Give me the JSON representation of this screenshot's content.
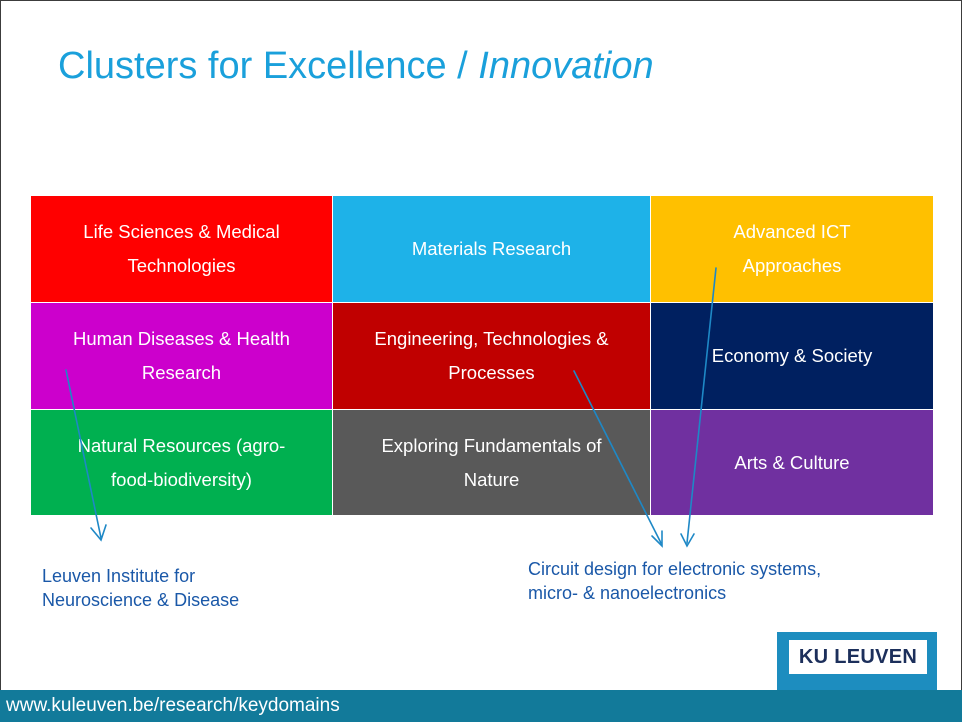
{
  "title": {
    "main": "Clusters for Excellence / ",
    "italic": "Innovation"
  },
  "colors": {
    "title": "#1aa0db",
    "note_text": "#1a58a8",
    "arrow": "#1e88c6",
    "footer_bg": "#127a9a",
    "logo_border": "#1d8dbf",
    "logo_text": "#1c2f5b"
  },
  "grid": [
    {
      "lines": [
        "Life Sciences & Medical",
        "Technologies"
      ],
      "color": "#ff0000"
    },
    {
      "lines": [
        "Materials Research"
      ],
      "color": "#1eb2e8"
    },
    {
      "lines": [
        "Advanced ICT",
        "Approaches"
      ],
      "color": "#ffc000"
    },
    {
      "lines": [
        "Human Diseases & Health",
        "Research"
      ],
      "color": "#cc00cc"
    },
    {
      "lines": [
        "Engineering, Technologies &",
        "Processes"
      ],
      "color": "#c00000"
    },
    {
      "lines": [
        "Economy & Society"
      ],
      "color": "#002060"
    },
    {
      "lines": [
        "Natural Resources (agro-",
        "food-biodiversity)"
      ],
      "color": "#00b050"
    },
    {
      "lines": [
        "Exploring Fundamentals of",
        "Nature"
      ],
      "color": "#595959"
    },
    {
      "lines": [
        "Arts & Culture"
      ],
      "color": "#7030a0"
    }
  ],
  "notes": {
    "left": [
      "Leuven Institute for",
      "Neuroscience & Disease"
    ],
    "right": [
      "Circuit design for electronic systems,",
      "micro- & nanoelectronics"
    ]
  },
  "logo": {
    "text": "KU LEUVEN"
  },
  "footer": {
    "url": "www.kuleuven.be/research/keydomains"
  }
}
